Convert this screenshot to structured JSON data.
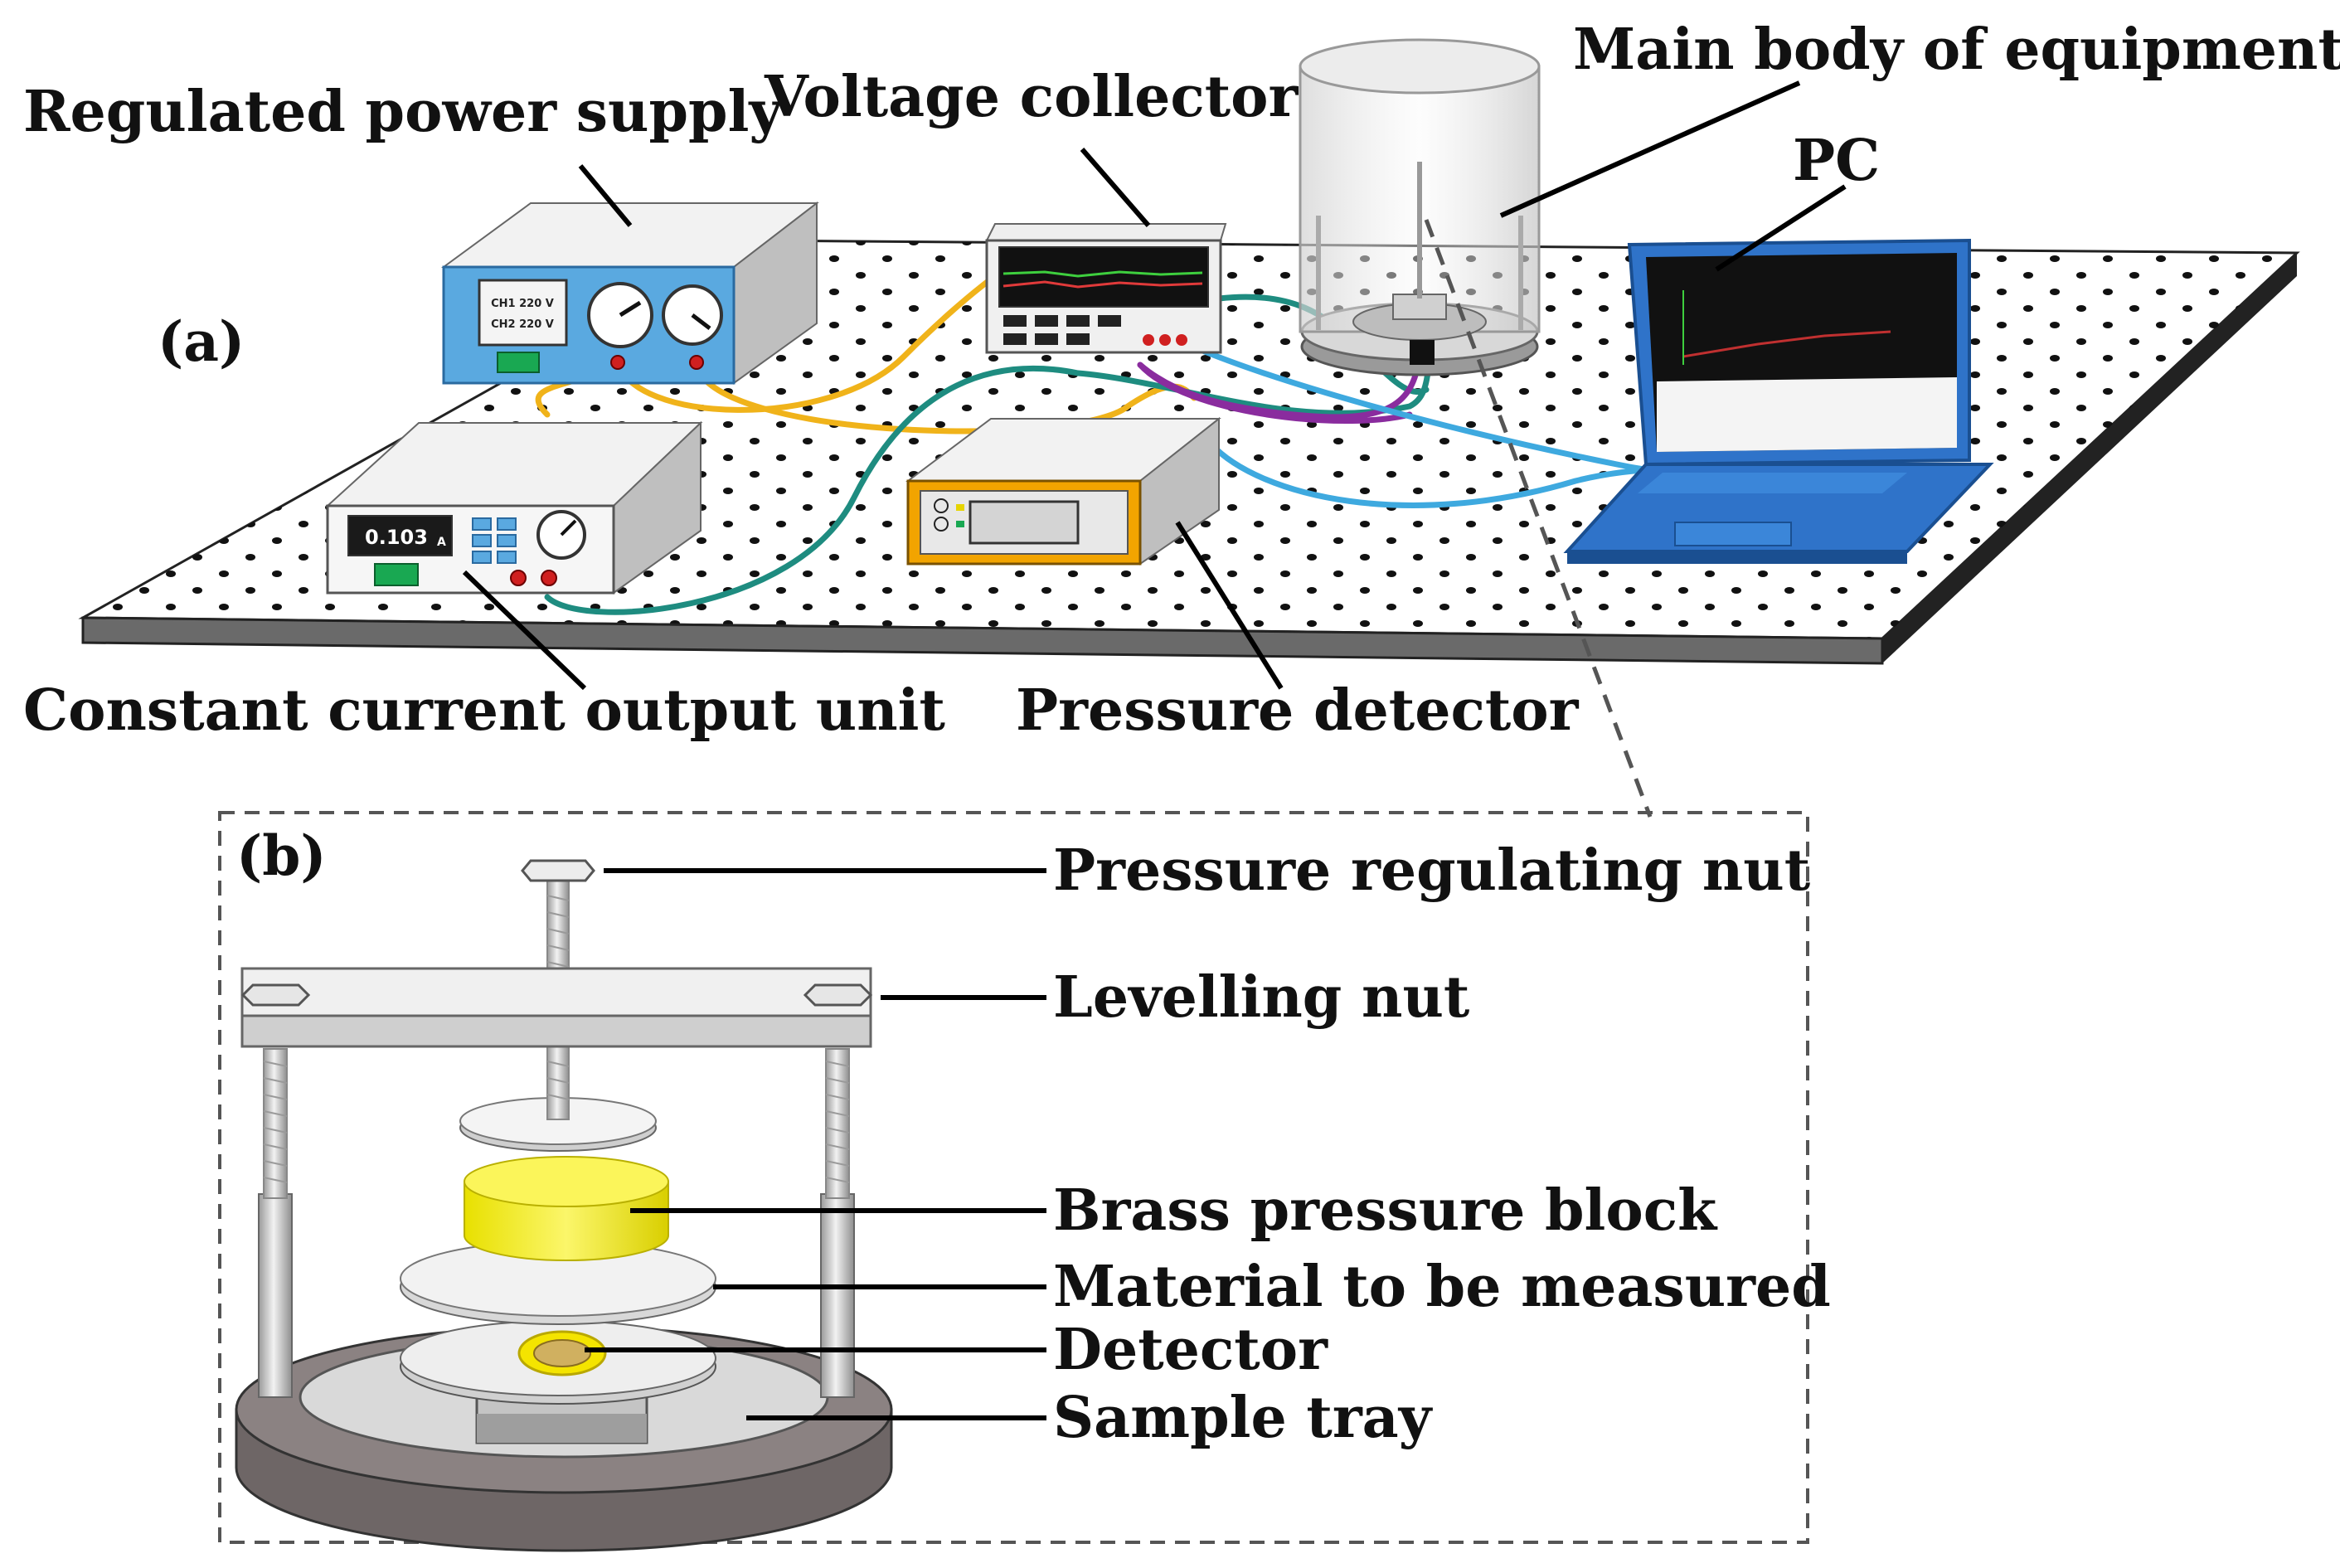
{
  "panel_a": {
    "tag": "(a)",
    "labels": {
      "regulated_power_supply": "Regulated power supply",
      "voltage_collector": "Voltage collector",
      "main_body": "Main body of equipment",
      "pc": "PC",
      "constant_current": "Constant current output unit",
      "pressure_detector": "Pressure detector"
    },
    "devices": {
      "psu_ch1": "CH1 220 V",
      "psu_ch2": "CH2 220 V",
      "ccu_display": "0.103",
      "ccu_unit": "A"
    }
  },
  "panel_b": {
    "tag": "(b)",
    "labels": {
      "pressure_regulating_nut": "Pressure regulating nut",
      "levelling_nut": "Levelling nut",
      "brass_block": "Brass pressure block",
      "material": "Material to be measured",
      "detector": "Detector",
      "sample_tray": "Sample tray"
    }
  },
  "colors": {
    "yellow_wire": "#f0b31a",
    "teal_wire": "#1e8c80",
    "purple_wire": "#8a2c9e",
    "blue_wire": "#3ea9df",
    "device_blue": "#5aa9e0",
    "brass": "#f4ee1a",
    "laptop_blue": "#2f73c9"
  }
}
